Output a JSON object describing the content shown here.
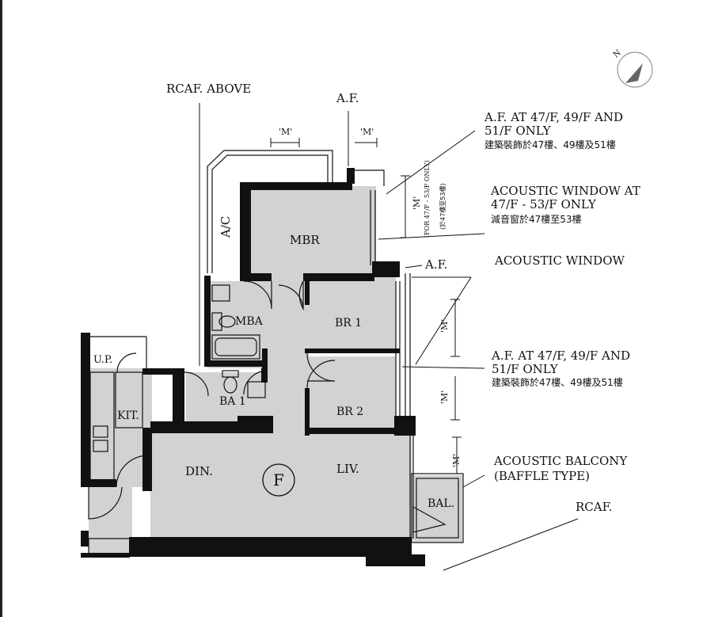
{
  "plan": {
    "flat_label": "F",
    "rooms": {
      "mbr": "MBR",
      "mba": "MBA",
      "br1": "BR 1",
      "br2": "BR 2",
      "ba1": "BA 1",
      "kit": "KIT.",
      "up": "U.P.",
      "din": "DIN.",
      "liv": "LIV.",
      "bal": "BAL.",
      "ac": "A/C"
    },
    "dimension_mark": "'M'",
    "vertical_note": "(FOR 47/F - 53/F ONLY)",
    "vertical_note_cn": "(於47樓至53樓)"
  },
  "annotations": {
    "rcaf_above": "RCAF. ABOVE",
    "af_top": "A.F.",
    "af_mid": "A.F.",
    "af_47_1_en_line1": "A.F. AT 47/F, 49/F AND",
    "af_47_1_en_line2": "51/F ONLY",
    "af_47_1_cn": "建築裝飾於47樓、49樓及51樓",
    "acoustic_47_en_line1": "ACOUSTIC WINDOW AT",
    "acoustic_47_en_line2": "47/F - 53/F ONLY",
    "acoustic_47_cn": "減音窗於47樓至53樓",
    "acoustic_window": "ACOUSTIC WINDOW",
    "af_47_2_en_line1": "A.F. AT 47/F, 49/F AND",
    "af_47_2_en_line2": "51/F ONLY",
    "af_47_2_cn": "建築裝飾於47樓、49樓及51樓",
    "acoustic_balcony_line1": "ACOUSTIC BALCONY",
    "acoustic_balcony_line2": "(BAFFLE TYPE)",
    "rcaf": "RCAF."
  },
  "north_arrow": {
    "label": "N",
    "icon": "north-arrow-icon"
  }
}
